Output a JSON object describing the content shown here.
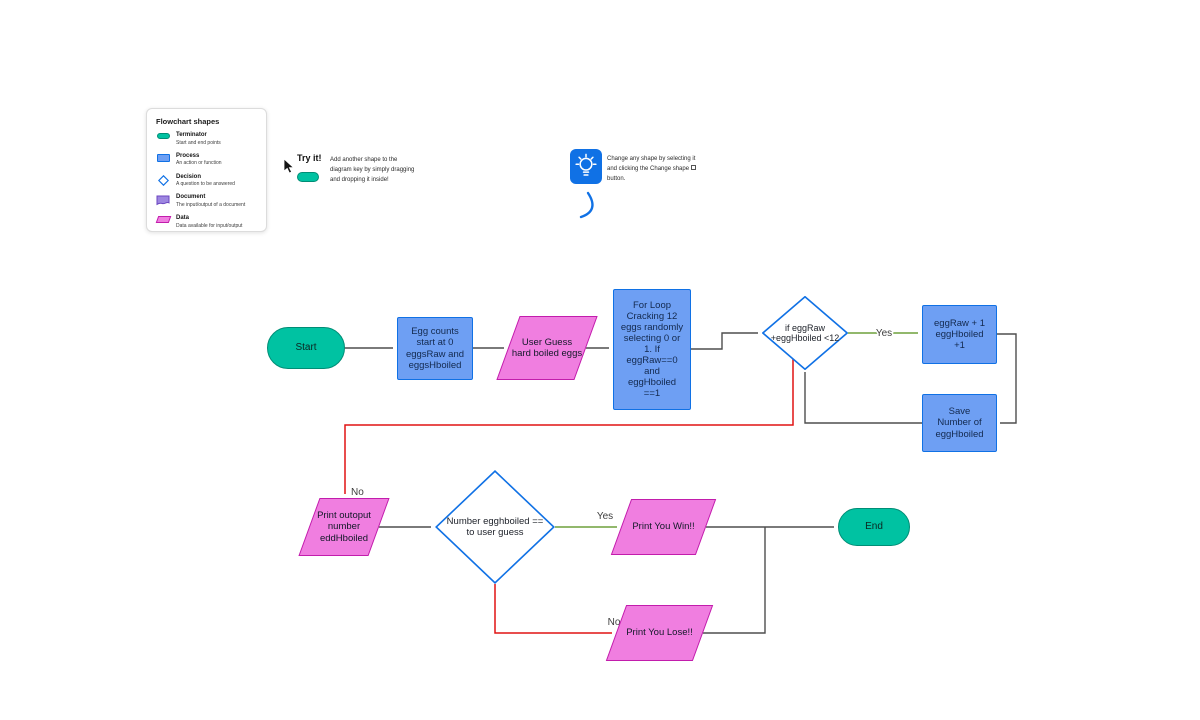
{
  "legend": {
    "title": "Flowchart shapes",
    "items": [
      {
        "name": "Terminator",
        "desc": "Start and end points",
        "shape": "terminator"
      },
      {
        "name": "Process",
        "desc": "An action or function",
        "shape": "process"
      },
      {
        "name": "Decision",
        "desc": "A question to be answered",
        "shape": "decision"
      },
      {
        "name": "Document",
        "desc": "The input/output of a document",
        "shape": "document"
      },
      {
        "name": "Data",
        "desc": "Data available for input/output",
        "shape": "data"
      }
    ]
  },
  "tips": {
    "try_it": {
      "label": "Try it!",
      "lines": [
        "Add another shape to the",
        "diagram key by simply dragging",
        "and dropping it inside!"
      ]
    },
    "change_shape": {
      "lines": [
        "Change any shape by selecting it",
        "and clicking the Change shape",
        "button."
      ]
    }
  },
  "flow": {
    "nodes": {
      "start": "Start",
      "egg_counts": "Egg counts\nstart at 0\neggsRaw and\neggsHboiled",
      "user_guess": "User Guess\nhard boiled eggs",
      "for_loop": "For Loop\nCracking 12\neggs randomly\nselecting 0 or\n1. If\neggRaw==0\nand\neggHboiled\n==1",
      "if_sum": "if eggRaw\n+eggHboiled <12",
      "increment": "eggRaw + 1\neggHboiled\n+1",
      "save_number": "Save\nNumber of\neggHboiled",
      "print_output": "Print outoput\nnumber\neddHboiled",
      "compare": "Number egghboiled ==\nto user guess",
      "win": "Print You Win!!",
      "lose": "Print You Lose!!",
      "end": "End"
    },
    "edge_labels": {
      "yes1": "Yes",
      "no1": "No",
      "yes2": "Yes",
      "no2": "No"
    }
  },
  "colors": {
    "terminator_fill": "#00c2a2",
    "process_fill": "#6e9ff3",
    "shape_border_blue": "#1071e5",
    "data_fill": "#f07ee0",
    "data_border": "#c21dac",
    "document_fill": "#9d86e0",
    "edge_gray": "#4e4e4e",
    "edge_yes_green": "#6fa13c",
    "edge_no_red": "#e01313"
  }
}
